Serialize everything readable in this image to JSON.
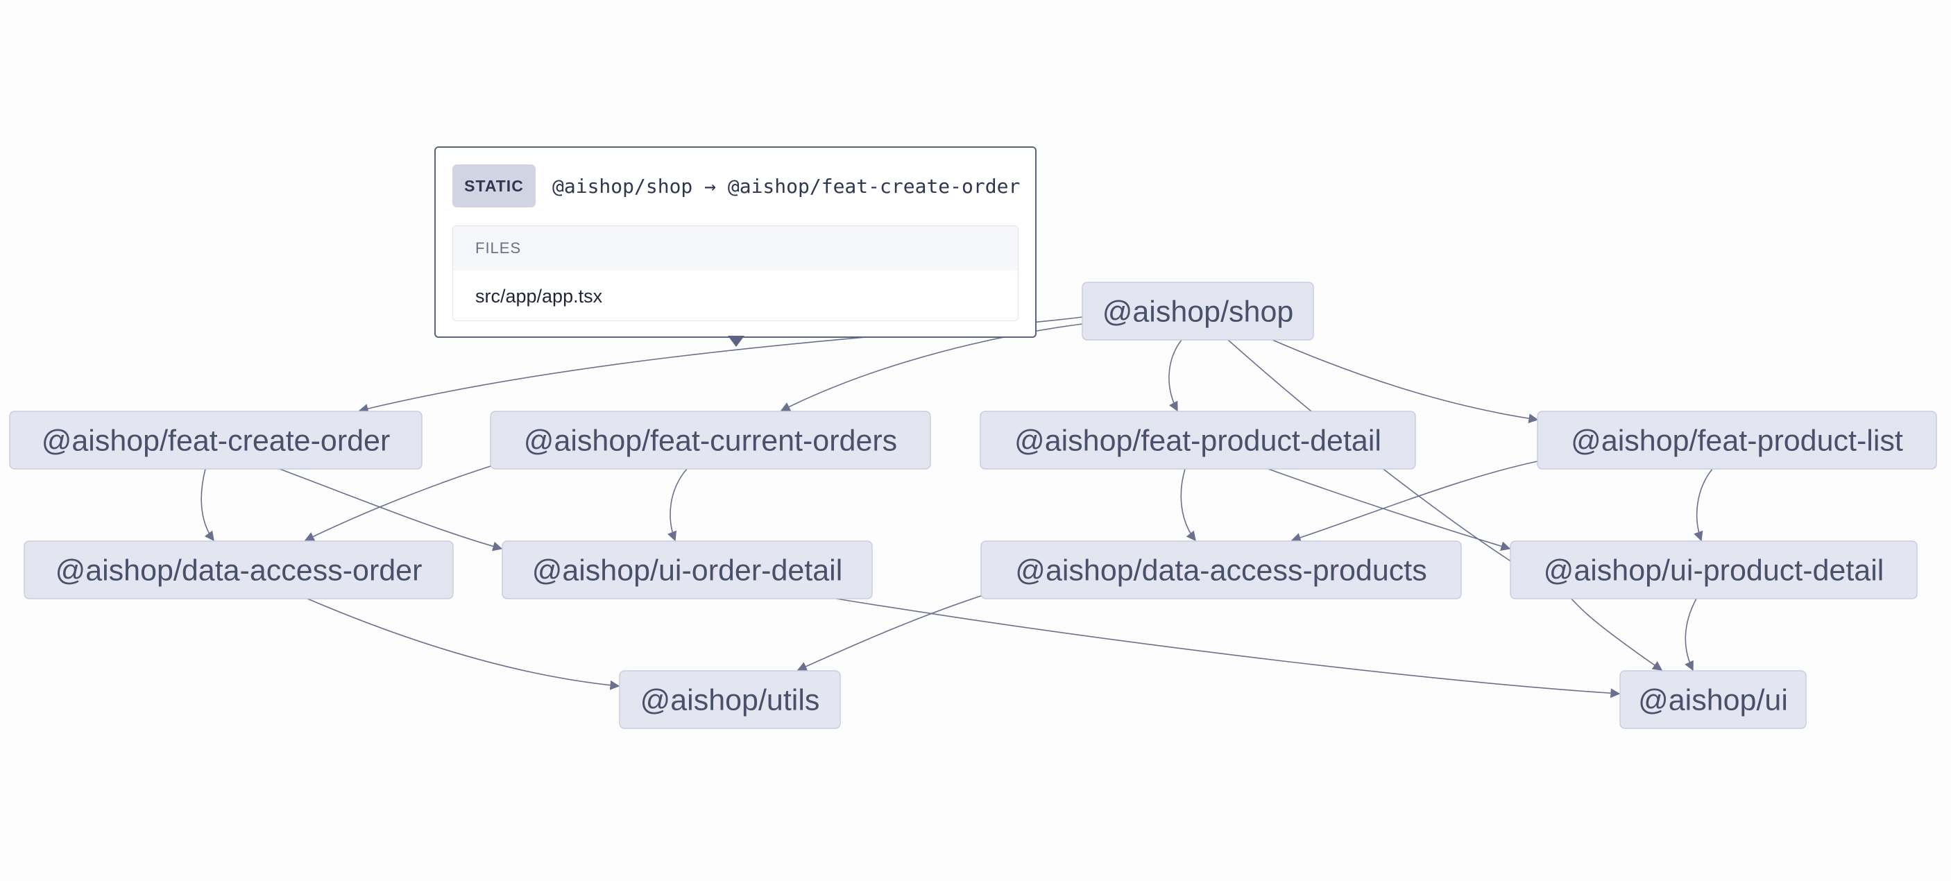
{
  "graph": {
    "nodes": [
      {
        "id": "shop",
        "label": "@aishop/shop"
      },
      {
        "id": "feat-create-order",
        "label": "@aishop/feat-create-order"
      },
      {
        "id": "feat-current-orders",
        "label": "@aishop/feat-current-orders"
      },
      {
        "id": "feat-product-detail",
        "label": "@aishop/feat-product-detail"
      },
      {
        "id": "feat-product-list",
        "label": "@aishop/feat-product-list"
      },
      {
        "id": "data-access-order",
        "label": "@aishop/data-access-order"
      },
      {
        "id": "ui-order-detail",
        "label": "@aishop/ui-order-detail"
      },
      {
        "id": "data-access-products",
        "label": "@aishop/data-access-products"
      },
      {
        "id": "ui-product-detail",
        "label": "@aishop/ui-product-detail"
      },
      {
        "id": "utils",
        "label": "@aishop/utils"
      },
      {
        "id": "ui",
        "label": "@aishop/ui"
      }
    ],
    "edges": [
      {
        "from": "shop",
        "to": "feat-create-order"
      },
      {
        "from": "shop",
        "to": "feat-current-orders"
      },
      {
        "from": "shop",
        "to": "feat-product-detail"
      },
      {
        "from": "shop",
        "to": "feat-product-list"
      },
      {
        "from": "shop",
        "to": "ui"
      },
      {
        "from": "feat-create-order",
        "to": "data-access-order"
      },
      {
        "from": "feat-create-order",
        "to": "ui-order-detail"
      },
      {
        "from": "feat-current-orders",
        "to": "data-access-order"
      },
      {
        "from": "feat-current-orders",
        "to": "ui-order-detail"
      },
      {
        "from": "feat-product-detail",
        "to": "data-access-products"
      },
      {
        "from": "feat-product-detail",
        "to": "ui-product-detail"
      },
      {
        "from": "feat-product-detail",
        "to": "ui"
      },
      {
        "from": "feat-product-list",
        "to": "data-access-products"
      },
      {
        "from": "feat-product-list",
        "to": "ui-product-detail"
      },
      {
        "from": "data-access-order",
        "to": "utils"
      },
      {
        "from": "ui-order-detail",
        "to": "ui"
      },
      {
        "from": "data-access-products",
        "to": "utils"
      },
      {
        "from": "ui-product-detail",
        "to": "ui"
      }
    ]
  },
  "tooltip": {
    "badge": "STATIC",
    "title": "@aishop/shop → @aishop/feat-create-order",
    "files_header": "FILES",
    "files": [
      "src/app/app.tsx"
    ]
  },
  "colors": {
    "node_fill": "#e3e5f0",
    "node_stroke": "#c9cde0",
    "node_text": "#48506a",
    "edge": "#6b7090",
    "tooltip_border": "#5b6385",
    "badge_fill": "#d0d4e3"
  }
}
